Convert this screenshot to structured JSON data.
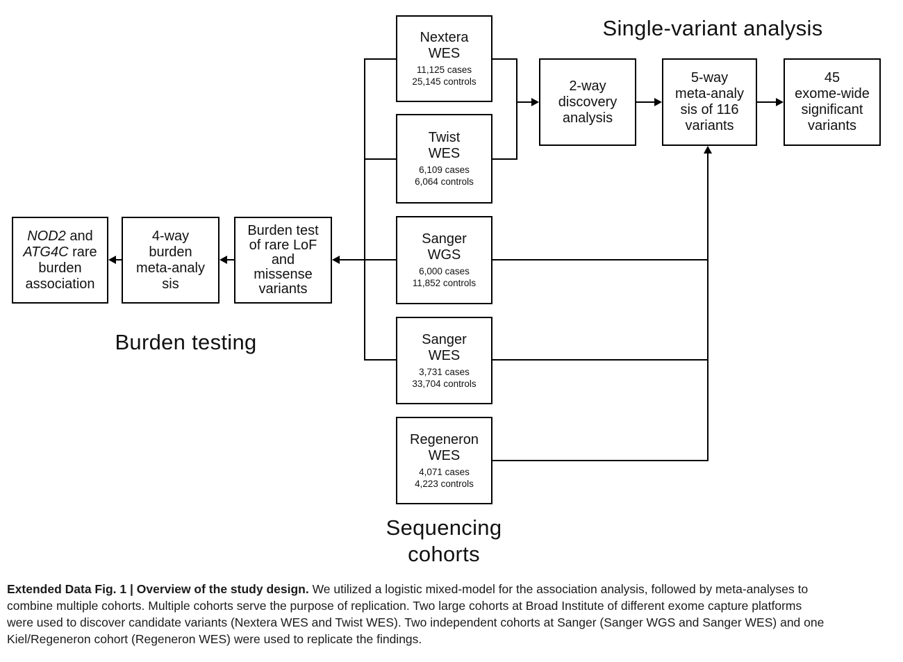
{
  "figure": {
    "section_labels": {
      "single_variant": "Single-variant analysis",
      "burden_testing": "Burden testing",
      "sequencing_line1": "Sequencing",
      "sequencing_line2": "cohorts"
    },
    "cohorts": [
      {
        "name1": "Nextera",
        "name2": "WES",
        "cases": "11,125 cases",
        "controls": "25,145 controls"
      },
      {
        "name1": "Twist",
        "name2": "WES",
        "cases": "6,109 cases",
        "controls": "6,064 controls"
      },
      {
        "name1": "Sanger",
        "name2": "WGS",
        "cases": "6,000 cases",
        "controls": "11,852 controls"
      },
      {
        "name1": "Sanger",
        "name2": "WES",
        "cases": "3,731 cases",
        "controls": "33,704 controls"
      },
      {
        "name1": "Regeneron",
        "name2": "WES",
        "cases": "4,071 cases",
        "controls": "4,223 controls"
      }
    ],
    "two_way": {
      "l1": "2-way",
      "l2": "discovery",
      "l3": "analysis"
    },
    "five_way": {
      "l1": "5-way",
      "l2": "meta-analy",
      "l3": "sis of 116",
      "l4": "variants"
    },
    "significant": {
      "l1": "45",
      "l2": "exome-wide",
      "l3": "significant",
      "l4": "variants"
    },
    "burden_test": {
      "l1": "Burden test",
      "l2": "of rare LoF",
      "l3": "and",
      "l4": "missense",
      "l5": "variants"
    },
    "four_way": {
      "l1": "4-way",
      "l2": "burden",
      "l3": "meta-analy",
      "l4": "sis"
    },
    "nod2": {
      "gene1": "NOD2",
      "rest1": " and",
      "gene2": "ATG4C",
      "rest2": " rare",
      "l3": "burden",
      "l4": "association"
    }
  },
  "caption": {
    "bold": "Extended Data Fig. 1 | Overview of the study design.",
    "line1_rest": " We utilized a logistic mixed-model for the association analysis, followed by meta-analyses to",
    "line2": "combine multiple cohorts. Multiple cohorts serve the purpose of replication. Two large cohorts at Broad Institute of different exome capture platforms",
    "line3": "were used to discover candidate variants (Nextera WES and Twist WES). Two independent cohorts at Sanger (Sanger WGS and Sanger WES) and one",
    "line4": "Kiel/Regeneron cohort (Regeneron WES) were used to replicate the findings."
  },
  "colors": {
    "line": "#000000",
    "diagram_text": "#111111",
    "caption_text": "#1a1a1a",
    "background": "#ffffff"
  }
}
